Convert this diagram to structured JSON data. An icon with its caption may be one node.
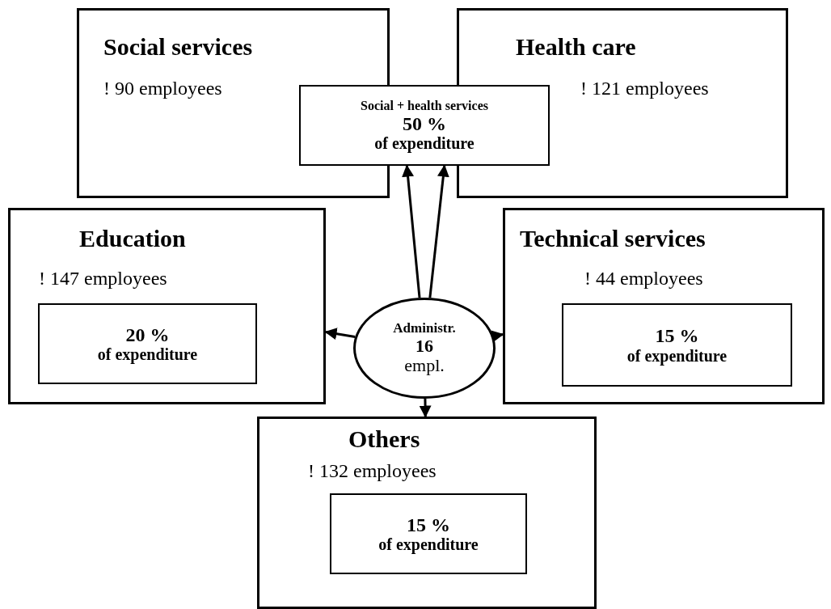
{
  "diagram": {
    "nodes": [
      {
        "text": [
          "Social services",
          "! 90 employees"
        ]
      },
      {
        "text": [
          "Health care",
          "! 121 employees"
        ]
      },
      {
        "text": [
          "Social + health services",
          "50 %",
          "of expenditure"
        ]
      },
      {
        "text": [
          "Education",
          "! 147 employees"
        ]
      },
      {
        "text": [
          "20 %",
          "of expenditure"
        ],
        "in": 3
      },
      {
        "text": [
          "Administr.",
          "16",
          "empl."
        ]
      },
      {
        "text": [
          "Technical services",
          "! 44 employees"
        ]
      },
      {
        "text": [
          "15 %",
          "of expenditure"
        ],
        "in": 6
      },
      {
        "text": [
          "Others",
          "! 132 employees"
        ]
      },
      {
        "text": [
          "15 %",
          "of expenditure"
        ],
        "in": 8
      }
    ],
    "edges": [
      {
        "from": 5,
        "to": 2,
        "arrow": "to"
      },
      {
        "from": 5,
        "to": 2,
        "arrow": "to"
      },
      {
        "from": 5,
        "to": 3,
        "arrow": "to"
      },
      {
        "from": 5,
        "to": 6,
        "arrow": "to"
      },
      {
        "from": 5,
        "to": 8,
        "arrow": "to"
      }
    ]
  }
}
